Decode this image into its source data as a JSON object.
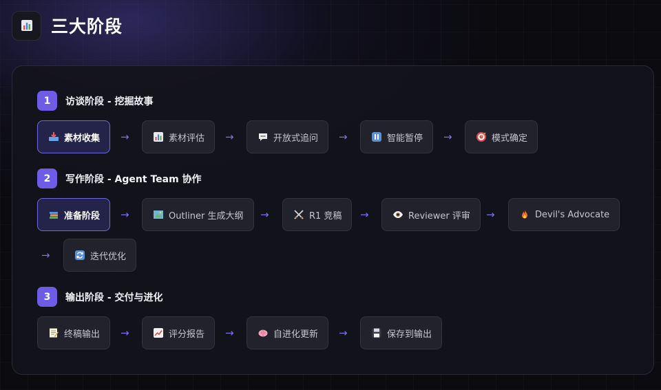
{
  "header": {
    "title": "三大阶段",
    "icon": "bar-chart-icon"
  },
  "stages": [
    {
      "number": "1",
      "title": "访谈阶段 - 挖掘故事",
      "steps": [
        {
          "label": "素材收集",
          "icon": "inbox-tray-icon",
          "active": true
        },
        {
          "label": "素材评估",
          "icon": "bar-chart-icon"
        },
        {
          "label": "开放式追问",
          "icon": "speech-bubble-icon"
        },
        {
          "label": "智能暂停",
          "icon": "pause-button-icon"
        },
        {
          "label": "模式确定",
          "icon": "target-icon"
        }
      ]
    },
    {
      "number": "2",
      "title": "写作阶段 - Agent Team 协作",
      "steps": [
        {
          "label": "准备阶段",
          "icon": "books-icon",
          "active": true
        },
        {
          "label": "Outliner 生成大纲",
          "icon": "map-icon"
        },
        {
          "label": "R1 竞稿",
          "icon": "crossed-swords-icon"
        },
        {
          "label": "Reviewer 评审",
          "icon": "eye-icon"
        },
        {
          "label": "Devil's Advocate",
          "icon": "fire-icon"
        },
        {
          "label": "迭代优化",
          "icon": "refresh-icon"
        }
      ]
    },
    {
      "number": "3",
      "title": "输出阶段 - 交付与进化",
      "steps": [
        {
          "label": "终稿输出",
          "icon": "memo-icon"
        },
        {
          "label": "评分报告",
          "icon": "chart-increasing-icon"
        },
        {
          "label": "自进化更新",
          "icon": "brain-icon"
        },
        {
          "label": "保存到输出",
          "icon": "floppy-disk-icon"
        }
      ]
    }
  ],
  "arrow": "→",
  "colors": {
    "accent": "#6e5ce6",
    "active_border": "#6e6ae0",
    "chip_bg": "#22222c",
    "panel_bg": "#14141c",
    "page_bg": "#0b0b10"
  }
}
